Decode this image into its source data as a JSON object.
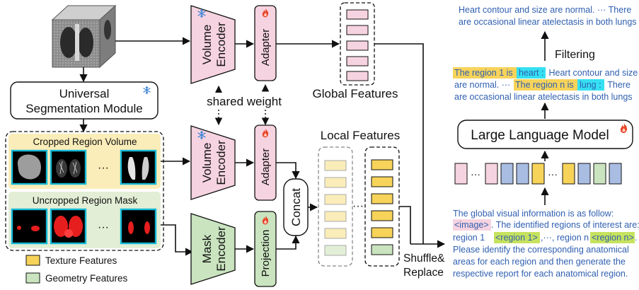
{
  "modules": {
    "segmentation": [
      "Universal",
      "Segmentation Module"
    ],
    "volume_encoder": [
      "Volume",
      "Encoder"
    ],
    "mask_encoder": [
      "Mask",
      "Encoder"
    ],
    "adapter": "Adapter",
    "projection": "Projection",
    "concat": "Concat",
    "llm": "Large Language Model"
  },
  "labels": {
    "shared_weight": "shared weight",
    "global_features": "Global Features",
    "local_features": "Local Features",
    "cropped_volume": "Cropped Region Volume",
    "uncropped_mask": "Uncropped Region Mask",
    "ellipsis": "···",
    "shuffle": "Shuffle&",
    "replace": "Replace",
    "filtering": "Filtering"
  },
  "legend": [
    {
      "label": "Texture Features",
      "color": "#f7d35a"
    },
    {
      "label": "Geometry Features",
      "color": "#c9e4bf"
    }
  ],
  "output_report": [
    "Heart contour and size are normal. ··· There",
    "are occasional linear atelectasis in both lungs"
  ],
  "region_report": {
    "line1_prefix": "The region 1 is ",
    "tag1": "heart :",
    "line1_suffix": " Heart contour and size",
    "line2_prefix": "are normal. ··· ",
    "line2_mid": "The region n is ",
    "tag2": "lung :",
    "line2_suffix": " There",
    "line3": "are occasional linear atelectasis in both lungs"
  },
  "prompt": {
    "line1": "The global visual information is as follow:",
    "image_tag": "<image>",
    "line2_rest": ". The identified regions of interest are:",
    "line3_a": "region 1 ",
    "region1_tag": "<region 1>",
    "line3_b": ",···, region n ",
    "regionn_tag": "<region n>",
    "line3_c": ".",
    "line4": "Please identify the corresponding anatomical",
    "line5": "areas for each region and then generate the",
    "line6": "respective report for each anatomical region."
  },
  "colors": {
    "pink": "#f6d3e0",
    "yellow": "#f7d35a",
    "pale_yellow": "#fbedb9",
    "green": "#c9e4bf",
    "pale_green": "#e2efd6",
    "blue_token": "#a9bde3",
    "highlight_cyan": "#35e0f2",
    "highlight_yellow": "#f7d35a",
    "highlight_green": "#c6e25e",
    "text_blue": "#2f5fb0",
    "flame": "#e8452a",
    "snowflake": "#3b82d6"
  },
  "icons": [
    "ct-volume-cube",
    "snowflake-icon",
    "flame-icon",
    "lung-slice-thumbnail",
    "red-mask-thumbnail"
  ]
}
